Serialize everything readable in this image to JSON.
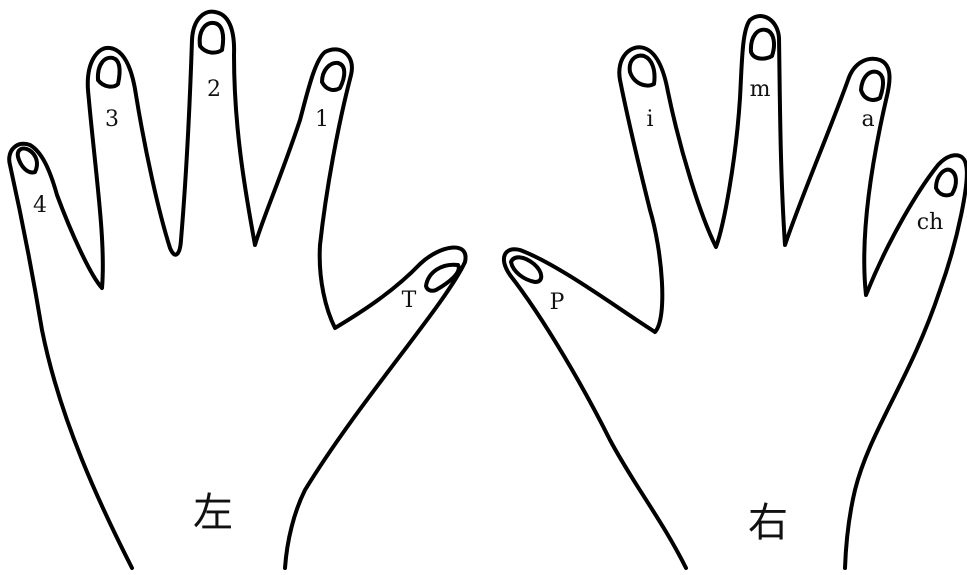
{
  "left_hand": {
    "title": "左",
    "fingers": {
      "little": "4",
      "ring": "3",
      "middle": "2",
      "index": "1",
      "thumb": "T"
    }
  },
  "right_hand": {
    "title": "右",
    "fingers": {
      "thumb": "P",
      "index": "i",
      "middle": "m",
      "ring": "a",
      "little": "ch"
    }
  },
  "colors": {
    "line": "#000000",
    "background": "#ffffff"
  }
}
